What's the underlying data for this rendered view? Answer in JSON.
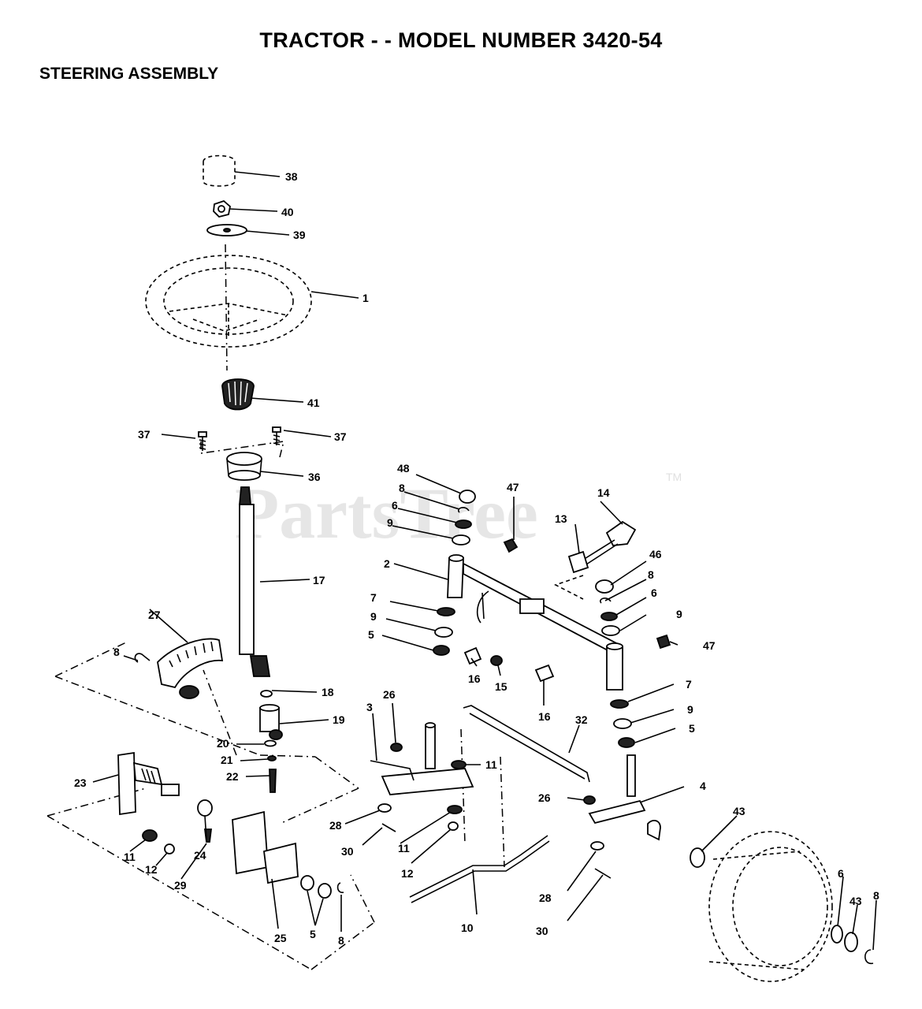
{
  "title": "TRACTOR - - MODEL NUMBER 3420-54",
  "section": "STEERING ASSEMBLY",
  "watermark": "PartsTree",
  "watermark_mark": "TM",
  "callouts": {
    "c38": "38",
    "c40": "40",
    "c39": "39",
    "c1": "1",
    "c41": "41",
    "c37a": "37",
    "c37b": "37",
    "c36": "36",
    "c17": "17",
    "c27": "27",
    "c8a": "8",
    "c18": "18",
    "c19": "19",
    "c20": "20",
    "c21": "21",
    "c22": "22",
    "c23": "23",
    "c11a": "11",
    "c12a": "12",
    "c24": "24",
    "c29": "29",
    "c25": "25",
    "c5a": "5",
    "c8b": "8",
    "c48": "48",
    "c8c": "8",
    "c6a": "6",
    "c9a": "9",
    "c47a": "47",
    "c2": "2",
    "c7a": "7",
    "c9b": "9",
    "c5b": "5",
    "c16a": "16",
    "c15": "15",
    "c16b": "16",
    "c13": "13",
    "c14": "14",
    "c46": "46",
    "c8d": "8",
    "c6b": "6",
    "c9c": "9",
    "c47b": "47",
    "c7b": "7",
    "c9d": "9",
    "c5c": "5",
    "c3": "3",
    "c26a": "26",
    "c11b": "11",
    "c32": "32",
    "c28a": "28",
    "c30a": "30",
    "c11c": "11",
    "c12b": "12",
    "c26b": "26",
    "c4": "4",
    "c28b": "28",
    "c30b": "30",
    "c10": "10",
    "c43a": "43",
    "c6c": "6",
    "c43b": "43",
    "c8e": "8"
  }
}
